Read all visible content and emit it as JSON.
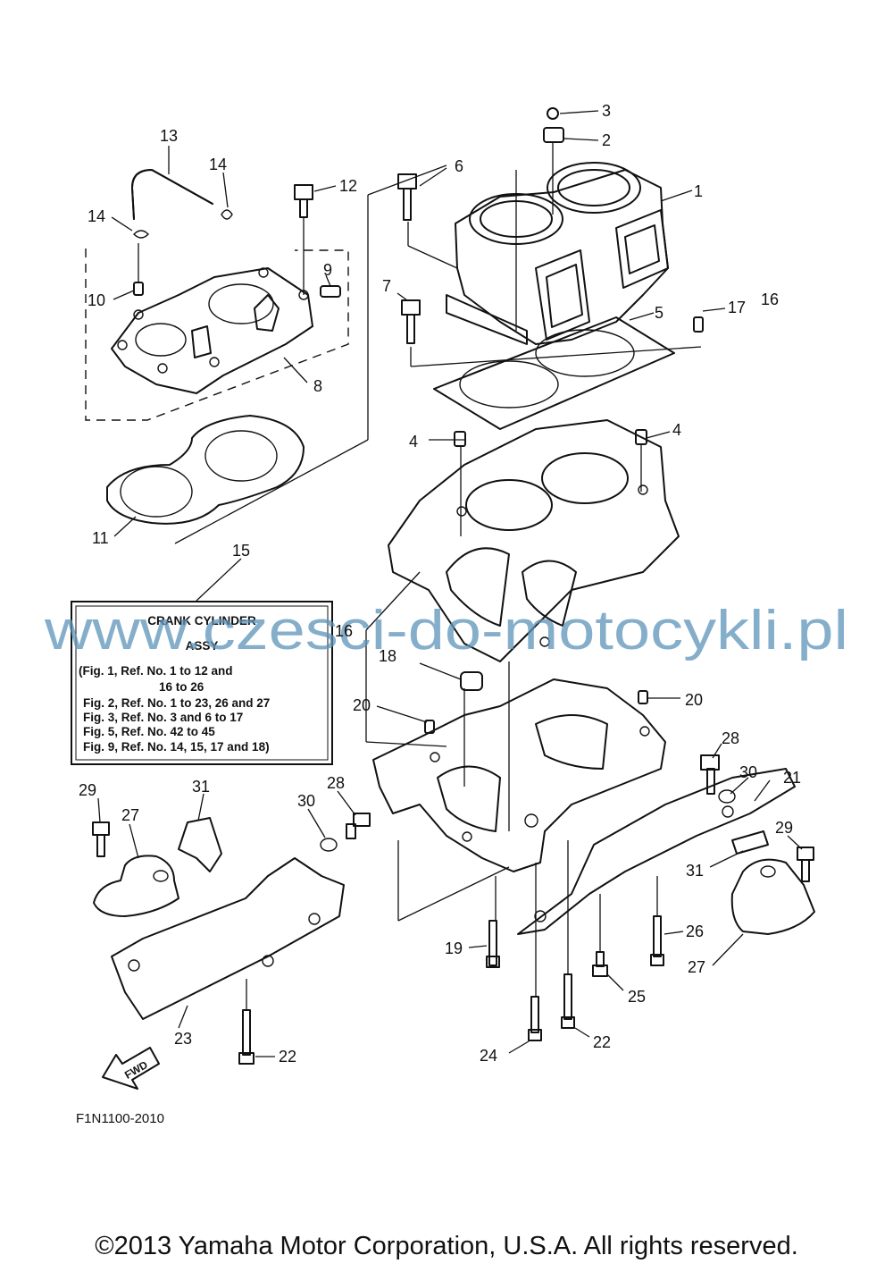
{
  "callouts": {
    "c1": "1",
    "c2": "2",
    "c3": "3",
    "c4a": "4",
    "c4b": "4",
    "c5": "5",
    "c6": "6",
    "c7": "7",
    "c8": "8",
    "c9": "9",
    "c10": "10",
    "c11": "11",
    "c12": "12",
    "c13": "13",
    "c14a": "14",
    "c14b": "14",
    "c15": "15",
    "c16a": "16",
    "c16b": "16",
    "c17": "17",
    "c18": "18",
    "c19": "19",
    "c20a": "20",
    "c20b": "20",
    "c21": "21",
    "c22a": "22",
    "c22b": "22",
    "c23": "23",
    "c24": "24",
    "c25": "25",
    "c26": "26",
    "c27a": "27",
    "c27b": "27",
    "c28a": "28",
    "c28b": "28",
    "c29a": "29",
    "c29b": "29",
    "c30a": "30",
    "c30b": "30",
    "c31a": "31",
    "c31b": "31"
  },
  "info_box": {
    "title_line1": "CRANK CYLINDER",
    "title_line2": "ASSY",
    "lines": [
      "(Fig. 1, Ref. No. 1 to 12 and",
      "16 to 26",
      "Fig. 2, Ref. No. 1 to 23, 26 and 27",
      "Fig. 3, Ref. No. 3 and 6 to 17",
      "Fig. 5, Ref. No. 42 to 45",
      "Fig. 9, Ref. No. 14, 15, 17 and 18)"
    ]
  },
  "fwd_label": "FWD",
  "figure_code": "F1N1100-2010",
  "watermark": "www.czesci-do-motocykli.pl",
  "copyright": "©2013 Yamaha Motor Corporation, U.S.A. All rights reserved."
}
